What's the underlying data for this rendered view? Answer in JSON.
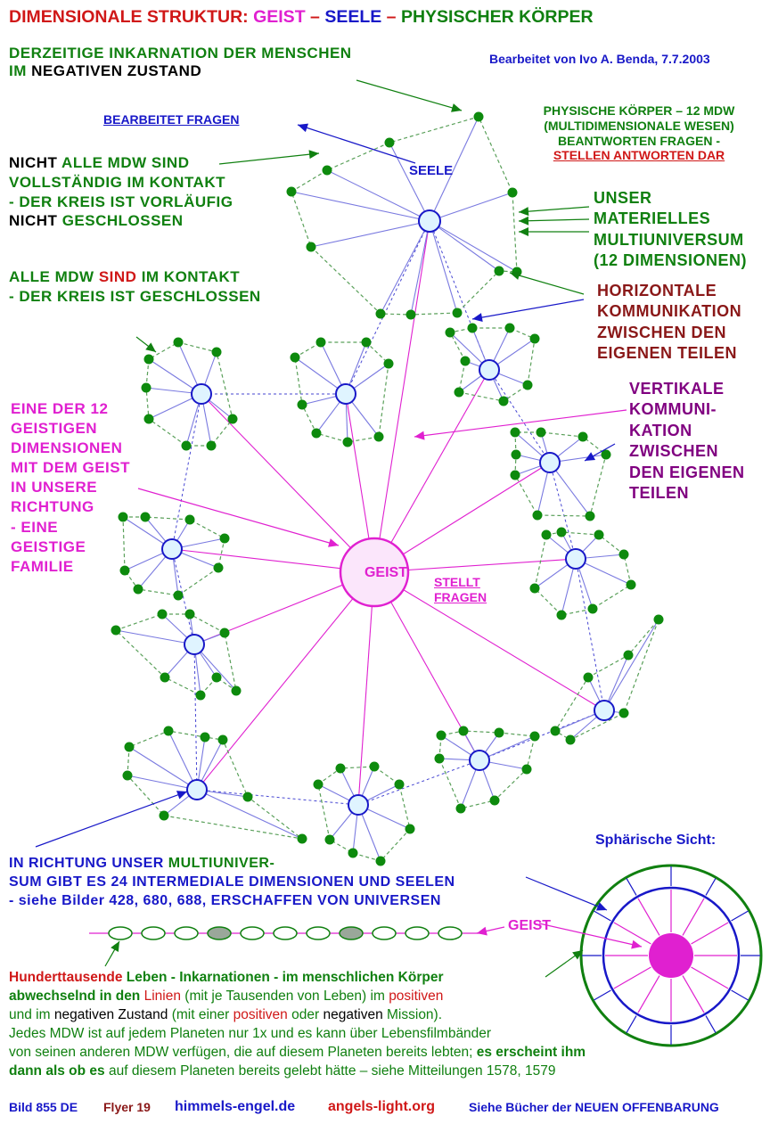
{
  "title": {
    "prefix": "DIMENSIONALE STRUKTUR:",
    "geist": "GEIST",
    "dash1": "–",
    "seele": "SEELE",
    "dash2": "–",
    "koerper": "PHYSISCHER KÖRPER"
  },
  "inkarnation": {
    "line1": "DERZEITIGE INKARNATION DER MENSCHEN",
    "im": "IM",
    "rest": "NEGATIVEN ZUSTAND"
  },
  "credit": "Bearbeitet von Ivo A. Benda, 7.7.2003",
  "bearbeitet_fragen": "BEARBEITET FRAGEN",
  "physische": {
    "line1": "PHYSISCHE KÖRPER – 12 MDW",
    "line2": "(MULTIDIMENSIONALE WESEN)",
    "line3": "BEANTWORTEN FRAGEN -",
    "line4": "STELLEN ANTWORTEN DAR"
  },
  "seele_label": "SEELE",
  "nicht_alle": {
    "nicht1": "NICHT",
    "l1rest": "ALLE MDW SIND",
    "line2": "VOLLSTÄNDIG IM KONTAKT",
    "line3": "- DER KREIS IST VORLÄUFIG",
    "nicht2": "NICHT",
    "l4rest": "GESCHLOSSEN"
  },
  "multiuniversum": {
    "line1": "UNSER",
    "line2": "MATERIELLES",
    "line3": "MULTIUNIVERSUM",
    "line4": "(12 DIMENSIONEN)"
  },
  "alle_mdw": {
    "a": "ALLE MDW",
    "sind": "SIND",
    "b": "IM KONTAKT",
    "line2": "- DER KREIS IST GESCHLOSSEN"
  },
  "horizontale": {
    "line1": "HORIZONTALE",
    "line2": "KOMMUNIKATION",
    "line3": "ZWISCHEN DEN",
    "line4": "EIGENEN TEILEN"
  },
  "eine_der_12": {
    "line1": "EINE DER 12",
    "line2": "GEISTIGEN",
    "line3": "DIMENSIONEN",
    "line4": "MIT DEM GEIST",
    "line5": "IN UNSERE",
    "line6": "RICHTUNG",
    "line7": "- EINE",
    "line8": "GEISTIGE",
    "line9": "FAMILIE"
  },
  "vertikale": {
    "line1": "VERTIKALE",
    "line2": "KOMMUNI-",
    "line3": "KATION",
    "line4": "ZWISCHEN",
    "line5": "DEN EIGENEN",
    "line6": "TEILEN"
  },
  "geist_center": "GEIST",
  "stellt_fragen": {
    "line1": "STELLT",
    "line2": "FRAGEN"
  },
  "richtung": {
    "a": "IN RICHTUNG UNSER",
    "b": "MULTIUNIVER-",
    "line2": "SUM GIBT ES 24 INTERMEDIALE DIMENSIONEN UND SEELEN",
    "line3": "- siehe Bilder 428, 680, 688, ERSCHAFFEN VON UNIVERSEN"
  },
  "sphaerische": "Sphärische Sicht:",
  "geist_small": "GEIST",
  "bottom": {
    "r1a": "Hunderttausende",
    "r1b": "Leben - Inkarnationen - im menschlichen Körper",
    "r2a": "abwechselnd in den",
    "r2b": "Linien",
    "r2c": "(mit je Tausenden von Leben) im",
    "r2d": "positiven",
    "r3a": "und im",
    "r3b": "negativen Zustand",
    "r3c": "(mit einer",
    "r3d": "positiven",
    "r3e": "oder",
    "r3f": "negativen",
    "r3g": "Mission).",
    "r4": "Jedes MDW ist auf jedem Planeten nur 1x und es kann über Lebensfilmbänder",
    "r5a": "von seinen anderen MDW verfügen, die auf diesem Planeten bereits lebten;",
    "r5b": "es erscheint ihm",
    "r6a": "dann als ob es",
    "r6b": "auf diesem Planeten bereits gelebt hätte – siehe Mitteilungen 1578, 1579"
  },
  "footer": {
    "bild": "Bild 855 DE",
    "flyer": "Flyer 19",
    "site1": "himmels-engel.de",
    "site2": "angels-light.org",
    "books": "Siehe Bücher der NEUEN OFFENBARUNG"
  },
  "colors": {
    "spirit": "#e020d0",
    "soul": "#1818c8",
    "body": "#108010",
    "accent": "#d01818",
    "link": "#5858dd"
  }
}
